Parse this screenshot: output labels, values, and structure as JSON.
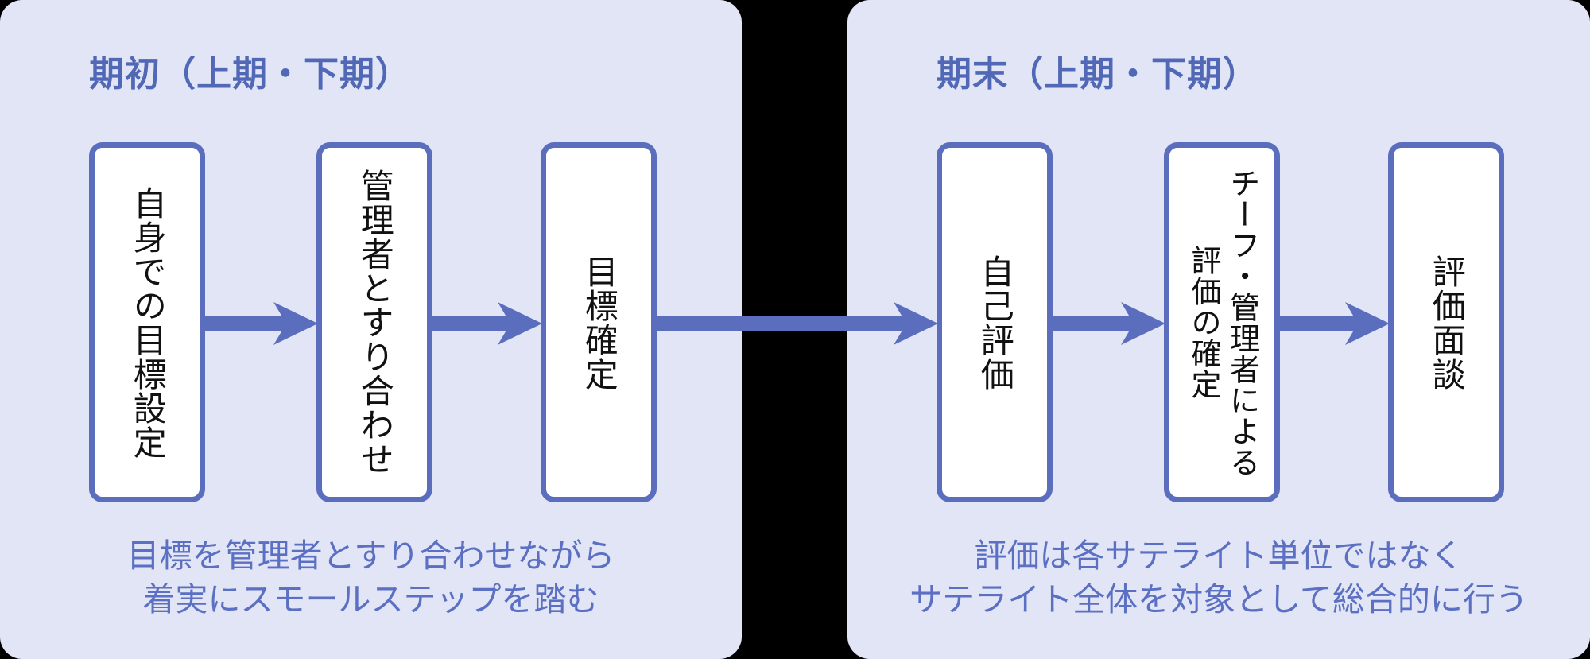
{
  "colors": {
    "page_bg": "#000000",
    "panel_bg": "#e1e5f6",
    "box_bg": "#ffffff",
    "accent": "#5b6ebe",
    "title": "#5168b6",
    "caption": "#5b70c2",
    "box_text": "#111111"
  },
  "left_panel": {
    "title": "期初（上期・下期）",
    "boxes": [
      {
        "lines": [
          "自身での目標設定"
        ]
      },
      {
        "lines": [
          "管理者とすり合わせ"
        ]
      },
      {
        "lines": [
          "目標確定"
        ]
      }
    ],
    "caption": {
      "line1": "目標を管理者とすり合わせながら",
      "line2": "着実にスモールステップを踏む"
    }
  },
  "right_panel": {
    "title": "期末（上期・下期）",
    "boxes": [
      {
        "lines": [
          "自己評価"
        ]
      },
      {
        "lines": [
          "チーフ・管理者による",
          "評価の確定"
        ]
      },
      {
        "lines": [
          "評価面談"
        ]
      }
    ],
    "caption": {
      "line1": "評価は各サテライト単位ではなく",
      "line2": "サテライト全体を対象として総合的に行う"
    }
  }
}
